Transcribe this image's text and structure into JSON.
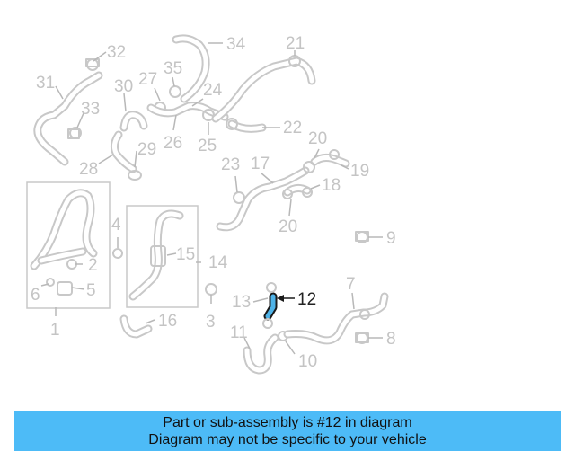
{
  "labels": {
    "l1": "1",
    "l2": "2",
    "l3": "3",
    "l4": "4",
    "l5": "5",
    "l6": "6",
    "l7": "7",
    "l8": "8",
    "l9": "9",
    "l10": "10",
    "l11": "11",
    "l12": "12",
    "l13": "13",
    "l14": "14",
    "l15": "15",
    "l16": "16",
    "l17": "17",
    "l18": "18",
    "l19": "19",
    "l20a": "20",
    "l20b": "20",
    "l21": "21",
    "l22": "22",
    "l23": "23",
    "l24": "24",
    "l25": "25",
    "l26": "26",
    "l27": "27",
    "l28": "28",
    "l29": "29",
    "l30": "30",
    "l31": "31",
    "l32": "32",
    "l33": "33",
    "l34": "34",
    "l35": "35"
  },
  "highlight": {
    "part_number": "12",
    "color": "#4fb3e8"
  },
  "banner": {
    "line1": "Part or sub-assembly is #12 in diagram",
    "line2": "Diagram may not be specific to your vehicle",
    "color": "#4dbbf7"
  }
}
